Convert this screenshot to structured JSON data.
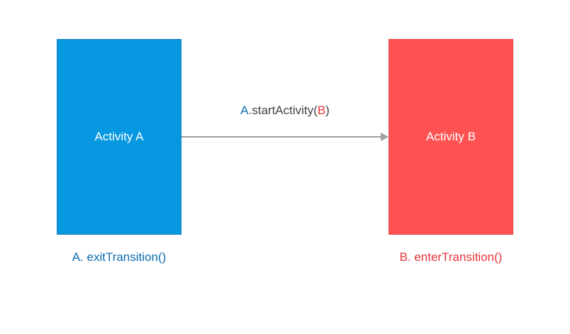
{
  "colors": {
    "activity_a": "#0598e0",
    "activity_b": "#fe5252",
    "arrow": "#9e9e9e",
    "caption_a": "#0b6cb5",
    "caption_b": "#e8343a",
    "label_text": "#444444"
  },
  "activity_a": {
    "label": "Activity A",
    "caption": "A. exitTransition()"
  },
  "activity_b": {
    "label": "Activity B",
    "caption": "B. enterTransition()"
  },
  "call": {
    "receiver": "A",
    "method": ".startActivity(",
    "argument": "B",
    "close": ")"
  }
}
